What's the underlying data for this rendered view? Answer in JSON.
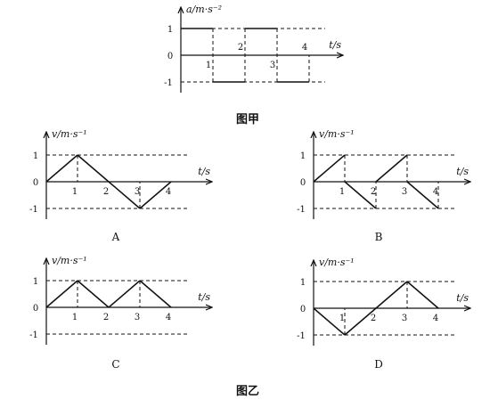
{
  "figure_top": {
    "caption": "图甲",
    "y_axis_label": "a/m·s⁻²",
    "x_axis_label": "t/s",
    "y_ticks": [
      "1",
      "0",
      "-1"
    ],
    "x_ticks": [
      "1",
      "2",
      "3",
      "4"
    ],
    "segments": [
      {
        "t_start": 0,
        "t_end": 1,
        "a": 1
      },
      {
        "t_start": 1,
        "t_end": 2,
        "a": -1
      },
      {
        "t_start": 2,
        "t_end": 3,
        "a": 1
      },
      {
        "t_start": 3,
        "t_end": 4,
        "a": -1
      }
    ]
  },
  "figure_bottom_caption": "图乙",
  "options": [
    {
      "label": "A",
      "y_axis_label": "v/m·s⁻¹",
      "x_axis_label": "t/s",
      "y_ticks": [
        "1",
        "0",
        "-1"
      ],
      "x_ticks": [
        "1",
        "2",
        "3",
        "4"
      ],
      "points": [
        [
          0,
          0
        ],
        [
          1,
          1
        ],
        [
          2,
          0
        ],
        [
          3,
          -1
        ],
        [
          4,
          0
        ]
      ]
    },
    {
      "label": "B",
      "y_axis_label": "v/m·s⁻¹",
      "x_axis_label": "t/s",
      "y_ticks": [
        "1",
        "0",
        "-1"
      ],
      "x_ticks": [
        "1",
        "2",
        "3",
        "4"
      ],
      "segments": [
        [
          [
            0,
            0
          ],
          [
            1,
            1
          ]
        ],
        [
          [
            1,
            0
          ],
          [
            2,
            -1
          ]
        ],
        [
          [
            2,
            0
          ],
          [
            3,
            1
          ]
        ],
        [
          [
            3,
            0
          ],
          [
            4,
            -1
          ]
        ]
      ]
    },
    {
      "label": "C",
      "y_axis_label": "v/m·s⁻¹",
      "x_axis_label": "t/s",
      "y_ticks": [
        "1",
        "0",
        "-1"
      ],
      "x_ticks": [
        "1",
        "2",
        "3",
        "4"
      ],
      "points": [
        [
          0,
          0
        ],
        [
          1,
          1
        ],
        [
          2,
          0
        ],
        [
          3,
          1
        ],
        [
          4,
          0
        ]
      ]
    },
    {
      "label": "D",
      "y_axis_label": "v/m·s⁻¹",
      "x_axis_label": "t/s",
      "y_ticks": [
        "1",
        "0",
        "-1"
      ],
      "x_ticks": [
        "1",
        "2",
        "3",
        "4"
      ],
      "points": [
        [
          0,
          0
        ],
        [
          1,
          -1
        ],
        [
          2,
          0
        ],
        [
          3,
          1
        ],
        [
          4,
          0
        ]
      ]
    }
  ]
}
